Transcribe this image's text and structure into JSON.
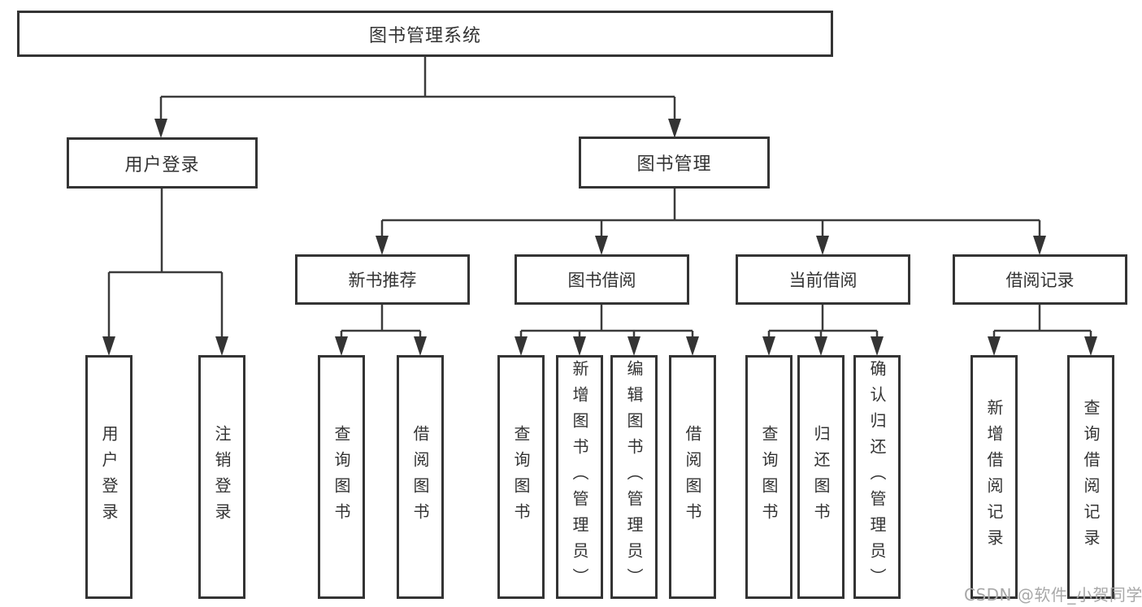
{
  "diagram": {
    "tree": {
      "root": {
        "label": "图书管理系统"
      },
      "branches": [
        {
          "label": "用户登录",
          "children": [
            {
              "label": "用户登录"
            },
            {
              "label": "注销登录"
            }
          ]
        },
        {
          "label": "图书管理",
          "children": [
            {
              "label": "新书推荐",
              "children": [
                {
                  "label": "查询图书"
                },
                {
                  "label": "借阅图书"
                }
              ]
            },
            {
              "label": "图书借阅",
              "children": [
                {
                  "label": "查询图书"
                },
                {
                  "label": "新增图书（管理员）"
                },
                {
                  "label": "编辑图书（管理员）"
                },
                {
                  "label": "借阅图书"
                }
              ]
            },
            {
              "label": "当前借阅",
              "children": [
                {
                  "label": "查询图书"
                },
                {
                  "label": "归还图书"
                },
                {
                  "label": "确认归还（管理员）"
                }
              ]
            },
            {
              "label": "借阅记录",
              "children": [
                {
                  "label": "新增借阅记录"
                },
                {
                  "label": "查询借阅记录"
                }
              ]
            }
          ]
        }
      ]
    },
    "colors": {
      "line": "#3b3b3b",
      "box_border": "#343434",
      "text": "#333333",
      "watermark_text": "#a8a8a8"
    },
    "watermark": "CSDN @软件_小贺同学"
  }
}
